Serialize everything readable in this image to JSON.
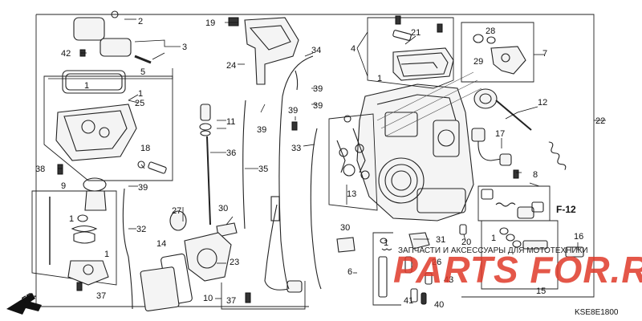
{
  "diagram": {
    "part_numbers": [
      "1",
      "2",
      "3",
      "4",
      "5",
      "6",
      "7",
      "8",
      "9",
      "10",
      "11",
      "12",
      "13",
      "14",
      "15",
      "16",
      "17",
      "18",
      "19",
      "20",
      "21",
      "22",
      "23",
      "24",
      "25",
      "26",
      "27",
      "28",
      "29",
      "30",
      "31",
      "32",
      "33",
      "34",
      "35",
      "36",
      "37",
      "38",
      "39",
      "40",
      "41",
      "42",
      "43"
    ],
    "figure_ref": "F-12",
    "direction_label": "FR.",
    "diagram_code": "KSE8E1800",
    "watermark": {
      "text": "PARTS FOR.RU",
      "subtext": "ЗАПЧАСТИ И АКСЕССУАРЫ ДЛЯ МОТОТЕХНИКИ",
      "color": "#e03a2a"
    }
  }
}
